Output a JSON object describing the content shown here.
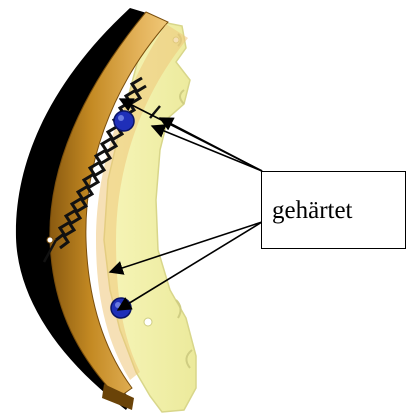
{
  "callout": {
    "label": "gehärtet"
  },
  "colors": {
    "lining_outer": "#c48a23",
    "lining_inner": "#e4b65a",
    "lining_dark": "#000000",
    "web_plate": "#f1f0a8",
    "web_plate_edge": "#d8d68a",
    "spring": "#111111",
    "pin": "#1f2fb8"
  },
  "icons": {
    "pin": "circle",
    "spring": "coil-spring",
    "arrow": "arrowhead"
  }
}
